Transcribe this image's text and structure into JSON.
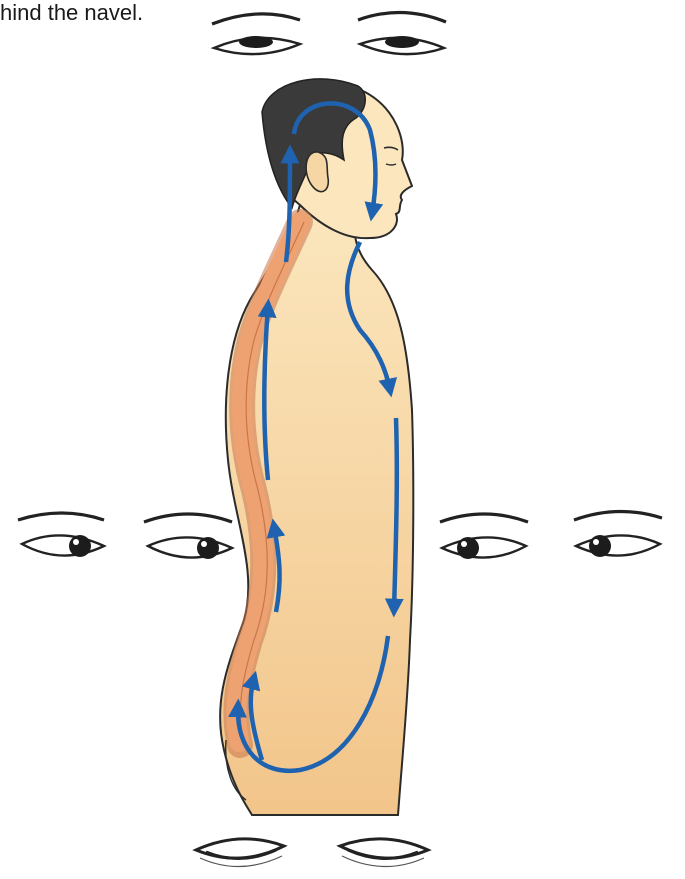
{
  "caption": "hind the navel.",
  "colors": {
    "skin": "#f8dcaa",
    "skin_shade": "#f1c689",
    "hair": "#3a3a3a",
    "outline": "#2b2b2b",
    "spine": "#eea271",
    "spine_dark": "#c8744a",
    "arrow": "#1f63b0",
    "eye_ink": "#1c1c1c"
  },
  "eye_sets": [
    {
      "position": "top",
      "gaze": "closed-up"
    },
    {
      "position": "left",
      "gaze": "looking-right"
    },
    {
      "position": "right",
      "gaze": "looking-left"
    },
    {
      "position": "bottom",
      "gaze": "closed-down"
    }
  ]
}
